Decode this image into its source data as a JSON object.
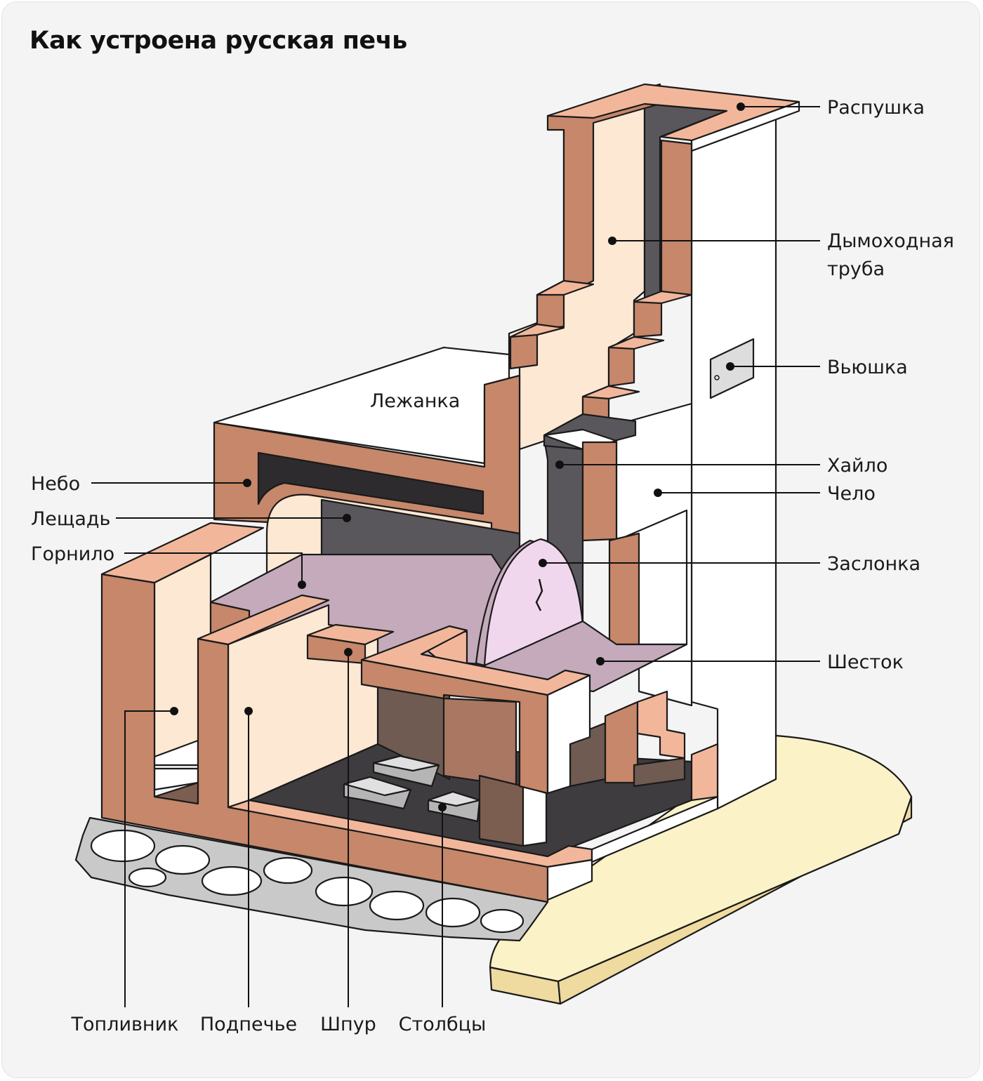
{
  "title": "Как устроена русская печь",
  "labels": {
    "raspushka": "Распушка",
    "dymohodnaya_1": "Дымоходная",
    "dymohodnaya_2": "труба",
    "vyushka": "Вьюшка",
    "haylo": "Хайло",
    "chelo": "Чело",
    "zaslonka": "Заслонка",
    "shestok": "Шесток",
    "lezhanka": "Лежанка",
    "nebo": "Небо",
    "leshchad": "Лещадь",
    "gornilo": "Горнило",
    "toplivnik": "Топливник",
    "podpeche": "Подпечье",
    "shpur": "Шпур",
    "stolbcy": "Столбцы"
  },
  "colors": {
    "background": "#f4f4f4",
    "brick": "#c6876a",
    "brick_top": "#f2b79b",
    "cream": "#fde8d3",
    "white": "#ffffff",
    "dark": "#5a575c",
    "lilac": "#c4aabb",
    "door": "#f1d7ee",
    "floor": "#fbf2c8",
    "floor_edge": "#efdaa0",
    "stone": "#c9c9c9"
  }
}
